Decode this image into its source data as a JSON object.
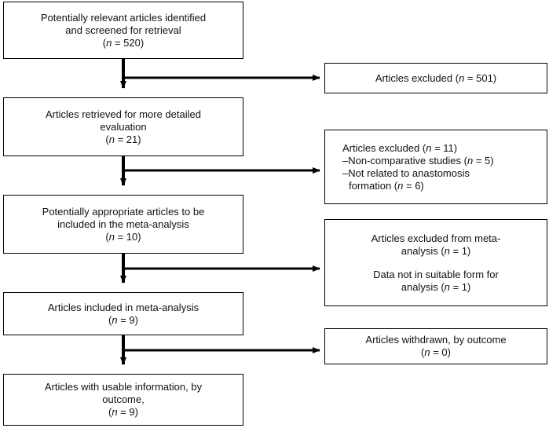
{
  "main_steps": [
    {
      "lines": [
        "Potentially relevant articles identified",
        "and screened for retrieval"
      ],
      "n_prefix": "(",
      "n_var": "n",
      "n_suffix": " = 520)"
    },
    {
      "lines": [
        "Articles retrieved for more detailed",
        "evaluation"
      ],
      "n_prefix": "(",
      "n_var": "n",
      "n_suffix": " = 21)"
    },
    {
      "lines": [
        "Potentially appropriate articles to be",
        "included in the meta-analysis"
      ],
      "n_prefix": "(",
      "n_var": "n",
      "n_suffix": " = 10)"
    },
    {
      "lines": [
        "Articles included in meta-analysis"
      ],
      "n_prefix": "(",
      "n_var": "n",
      "n_suffix": " = 9)"
    },
    {
      "lines": [
        "Articles with usable information, by",
        "outcome,"
      ],
      "n_prefix": "(",
      "n_var": "n",
      "n_suffix": " = 9)"
    }
  ],
  "side_steps": [
    {
      "l1_pre": "Articles excluded (",
      "l1_var": "n",
      "l1_suf": " = 501)"
    },
    {
      "l1_pre": "Articles excluded (",
      "l1_var": "n",
      "l1_suf": " = 11)",
      "l2_pre": "–Non-comparative studies (",
      "l2_var": "n",
      "l2_suf": " = 5)",
      "l3": "–Not related to anastomosis",
      "l4_pre": "formation (",
      "l4_var": "n",
      "l4_suf": " = 6)"
    },
    {
      "l1": "Articles excluded from meta-",
      "l2_pre": "analysis (",
      "l2_var": "n",
      "l2_suf": " = 1)",
      "l3": "Data not in suitable form for",
      "l4_pre": "analysis (",
      "l4_var": "n",
      "l4_suf": " = 1)"
    },
    {
      "l1": "Articles withdrawn, by outcome",
      "l2_pre": "(",
      "l2_var": "n",
      "l2_suf": " = 0)"
    }
  ]
}
